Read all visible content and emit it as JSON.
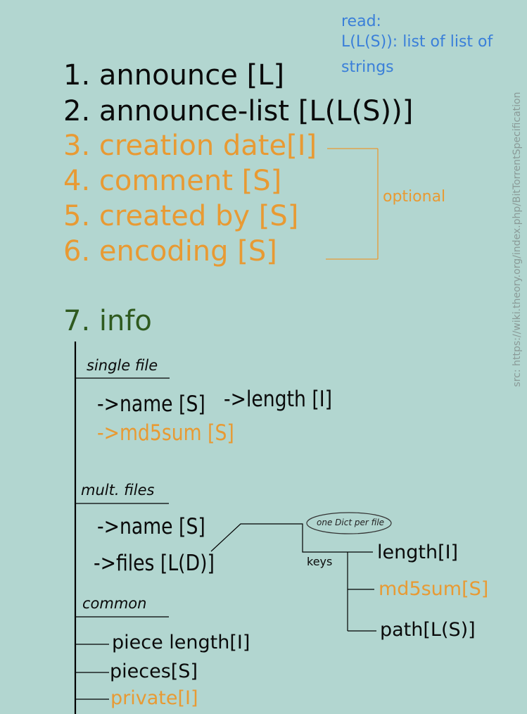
{
  "note": {
    "line1": "read:",
    "line2": "L(L(S)): list of list of",
    "line3": "strings"
  },
  "items": [
    "1. announce [L]",
    "2. announce-list [L(L(S))]",
    "3. creation date[I]",
    "4. comment [S]",
    "5. created by [S]",
    "6. encoding [S]"
  ],
  "optional_label": "optional",
  "info": "7. info",
  "single_file": {
    "heading": "single file",
    "name": "->name [S]",
    "length": "->length [I]",
    "md5sum": "->md5sum [S]"
  },
  "mult_files": {
    "heading": "mult. files",
    "name": "->name [S]",
    "files": "->files [L(D)]"
  },
  "keys": {
    "bubble": "one Dict per file",
    "label": "keys",
    "length": "length[I]",
    "md5sum": "md5sum[S]",
    "path": "path[L(S)]"
  },
  "common": {
    "heading": "common",
    "piece_length": "piece length[I]",
    "pieces": "pieces[S]",
    "private": "private[I]"
  },
  "source": "src: https://wiki.theory.org/index.php/BitTorrentSpecification",
  "colors": {
    "background": "#b2d6d0",
    "required": "#0a0a0a",
    "optional": "#e89a33",
    "info": "#2f5a1f",
    "note": "#3a7fd9",
    "source": "#8a9a97"
  }
}
